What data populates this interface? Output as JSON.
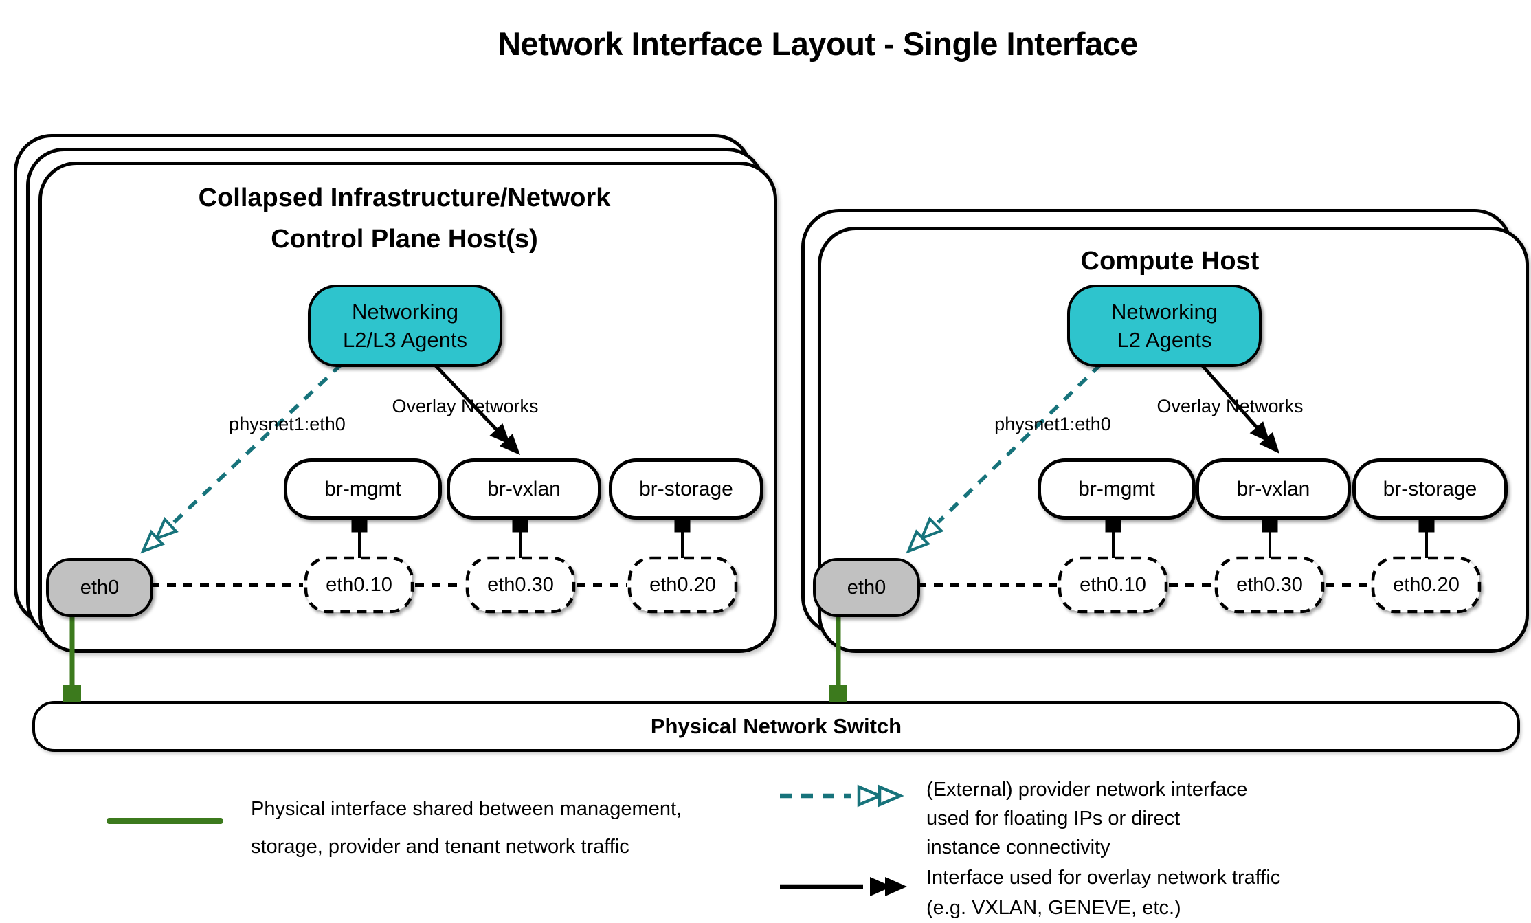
{
  "title": "Network Interface Layout - Single Interface",
  "colors": {
    "agent_fill_teal": "#2ec4cd",
    "provider_arrow_teal": "#17737b",
    "uplink_green": "#3c7a1d",
    "physical_interface_gray": "#c1c1c1",
    "line_black": "#000000"
  },
  "left_host": {
    "title_line1": "Collapsed Infrastructure/Network",
    "title_line2": "Control Plane Host(s)",
    "agent_line1": "Networking",
    "agent_line2": "L2/L3 Agents",
    "provider_label": "physnet1:eth0",
    "overlay_label": "Overlay Networks",
    "bridges": [
      "br-mgmt",
      "br-vxlan",
      "br-storage"
    ],
    "physical_interface": "eth0",
    "vlan_interfaces": [
      "eth0.10",
      "eth0.30",
      "eth0.20"
    ]
  },
  "right_host": {
    "title": "Compute Host",
    "agent_line1": "Networking",
    "agent_line2": "L2 Agents",
    "provider_label": "physnet1:eth0",
    "overlay_label": "Overlay Networks",
    "bridges": [
      "br-mgmt",
      "br-vxlan",
      "br-storage"
    ],
    "physical_interface": "eth0",
    "vlan_interfaces": [
      "eth0.10",
      "eth0.30",
      "eth0.20"
    ]
  },
  "switch": {
    "label": "Physical Network Switch"
  },
  "legend": {
    "physical": {
      "lines": [
        "Physical interface shared between management,",
        "storage, provider and tenant network traffic"
      ]
    },
    "provider": {
      "lines": [
        "(External) provider network interface",
        "used for floating IPs or direct",
        "instance connectivity"
      ]
    },
    "overlay": {
      "lines": [
        "Interface used for overlay network traffic",
        "(e.g. VXLAN, GENEVE, etc.)"
      ]
    }
  }
}
